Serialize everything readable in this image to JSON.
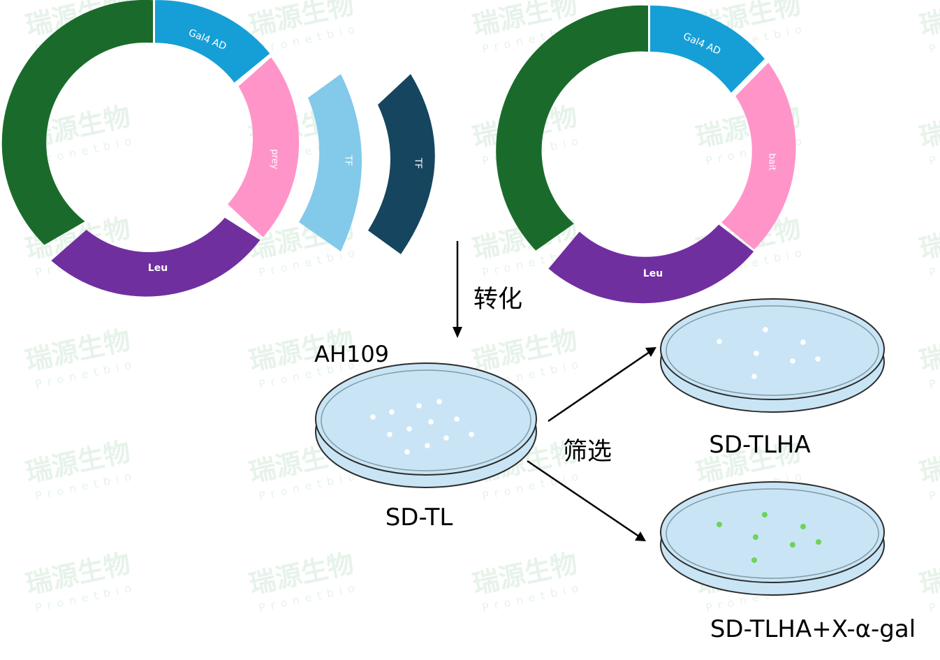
{
  "plasmid_left": {
    "segments": {
      "gal4": "Gal4 AD",
      "insert": "prey",
      "leu": "Leu"
    }
  },
  "plasmid_right": {
    "segments": {
      "gal4": "Gal4 AD",
      "insert": "bait",
      "leu": "Leu"
    }
  },
  "tf_light": "TF",
  "tf_dark": "TF",
  "transform_label": "转化",
  "strain_label": "AH109",
  "plate_main_label": "SD-TL",
  "screen_label": "筛选",
  "plate_top_label": "SD-TLHA",
  "plate_bottom_label": "SD-TLHA+X-α-gal",
  "watermark": {
    "cn": "瑞源生物",
    "en": "Pronetbio"
  },
  "colors": {
    "dark_green": "#1a6b2b",
    "blue": "#169fd6",
    "pink": "#ff94c9",
    "purple": "#702f9f",
    "tf_light": "#82c9ea",
    "tf_dark": "#16465f",
    "plate_fill": "#c9e5f5",
    "colony_white": "#ffffff",
    "colony_green": "#6ed35a",
    "watermark": "#e6f3ea"
  }
}
